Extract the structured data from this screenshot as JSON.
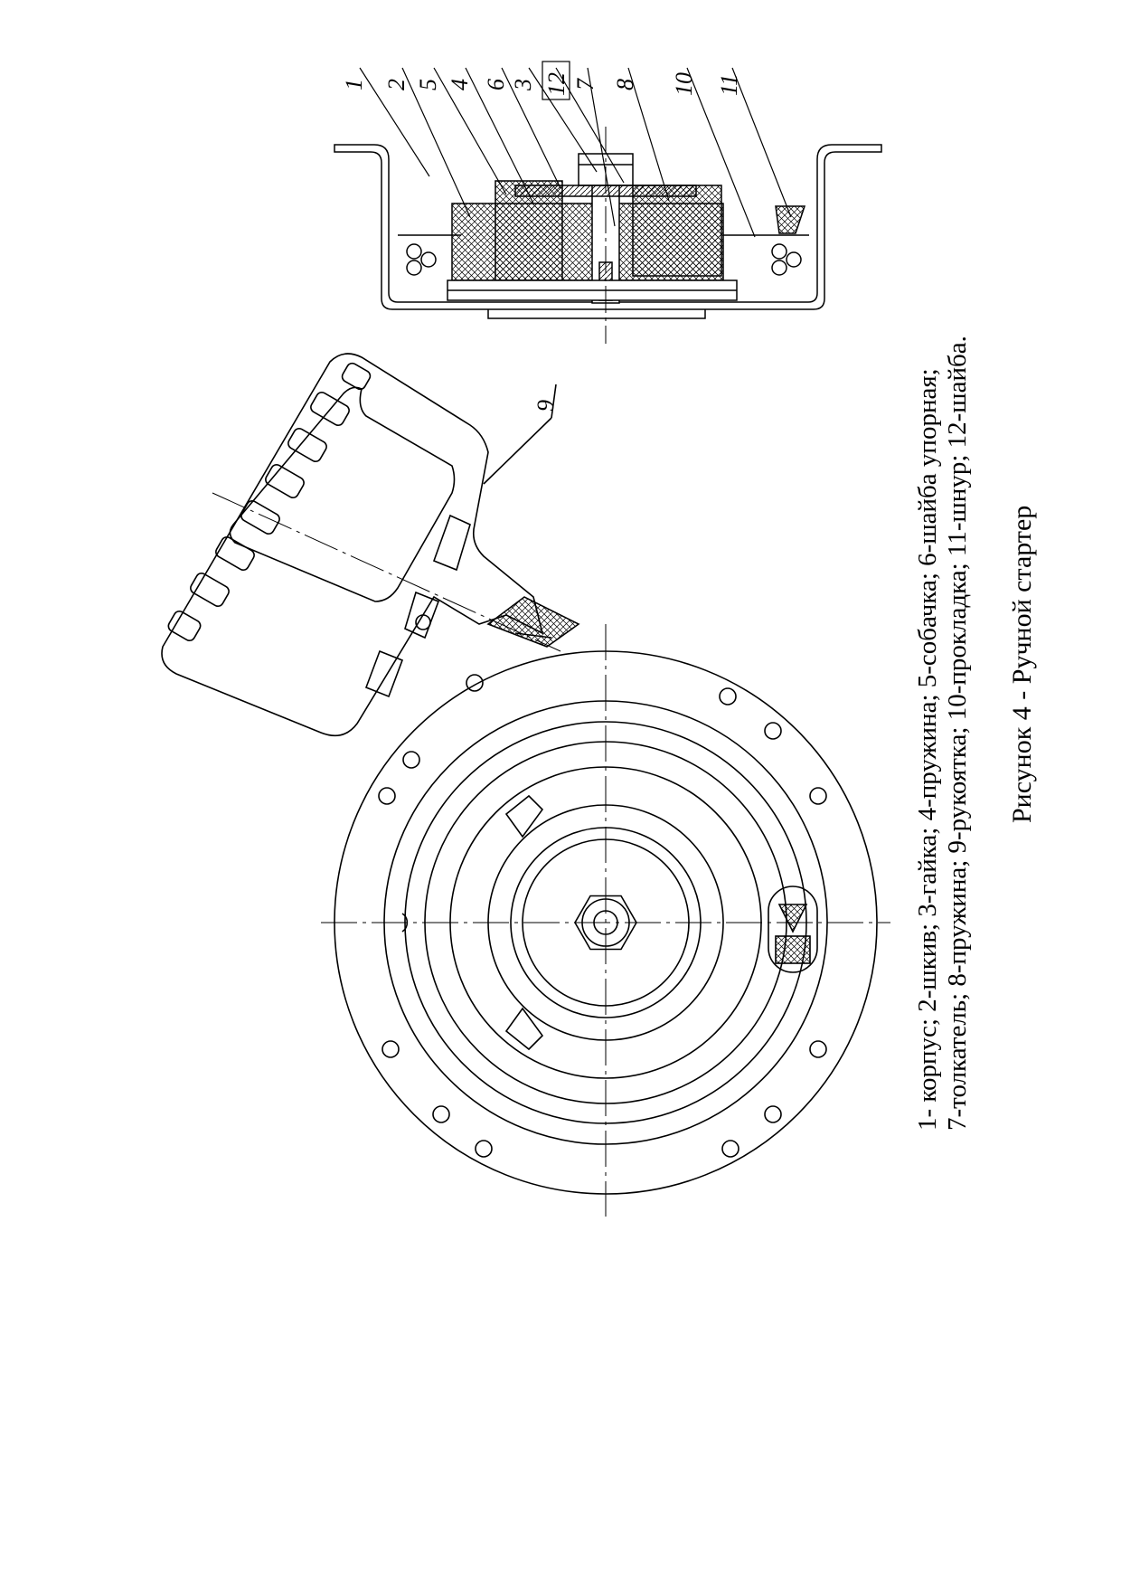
{
  "figure": {
    "title": "Рисунок 4 - Ручной стартер",
    "legend_line_1": "1- корпус; 2-шкив; 3-гайка; 4-пружина; 5-собачка; 6-шайба упорная;",
    "legend_line_2": "7-толкатель; 8-пружина; 9-рукоятка; 10-прокладка; 11-шнур; 12-шайба."
  },
  "callouts": {
    "c1": "1",
    "c2": "2",
    "c5": "5",
    "c4": "4",
    "c6": "6",
    "c3": "3",
    "c12": "12",
    "c7": "7",
    "c8": "8",
    "c10": "10",
    "c11": "11",
    "c9": "9"
  }
}
